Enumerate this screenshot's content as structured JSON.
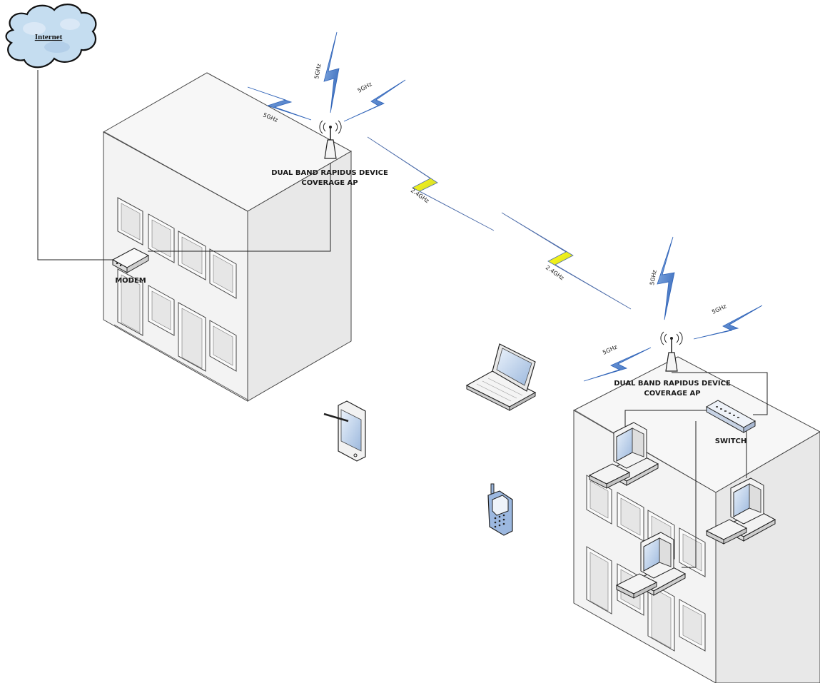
{
  "cloud": {
    "label": "Internet"
  },
  "access_points": [
    {
      "label_line1": "DUAL BAND RAPIDUS DEVICE",
      "label_line2": "COVERAGE AP"
    },
    {
      "label_line1": "DUAL BAND RAPIDUS DEVICE",
      "label_line2": "COVERAGE AP"
    }
  ],
  "modem": {
    "label": "MODEM"
  },
  "switch": {
    "label": "SWITCH"
  },
  "links": {
    "band_5": "5GHz",
    "band_24": "2.4GHz"
  },
  "colors": {
    "bolt_5ghz": "#3d7bd0",
    "bolt_24ghz": "#f2f218",
    "building": "#f4f4f4",
    "cloud": "#c5ddf0"
  }
}
